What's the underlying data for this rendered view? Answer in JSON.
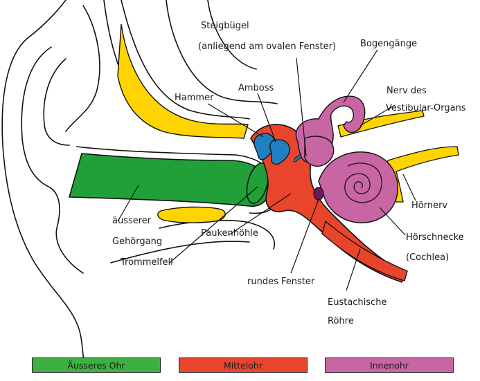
{
  "labels": {
    "steigbuegel_1": "Steigbügel",
    "steigbuegel_2": "(anliegend am ovalen Fenster)",
    "bogengaenge": "Bogengänge",
    "hammer": "Hammer",
    "amboss": "Amboss",
    "nerv_1": "Nerv des",
    "nerv_2": "Vestibular-Organs",
    "hoernerv": "Hörnerv",
    "gehoergang_1": "äusserer",
    "gehoergang_2": "Gehörgang",
    "paukenhoehle": "Paukenhöhle",
    "hoerschnecke_1": "Hörschnecke",
    "hoerschnecke_2": "(Cochlea)",
    "trommelfell": "Trommelfell",
    "rundes_fenster": "rundes Fenster",
    "eustachische_1": "Eustachische",
    "eustachische_2": "Röhre"
  },
  "legend": [
    {
      "label": "Äusseres Ohr",
      "color": "#3cb040"
    },
    {
      "label": "Mittelohr",
      "color": "#e8452c"
    },
    {
      "label": "Innenohr",
      "color": "#c865a3"
    }
  ],
  "colors": {
    "outer_ear": "#21a03a",
    "middle_ear": "#e8452c",
    "inner_ear": "#c865a3",
    "nerve": "#ffd400",
    "ossicles": "#1f7fc0",
    "outline": "#111111"
  }
}
